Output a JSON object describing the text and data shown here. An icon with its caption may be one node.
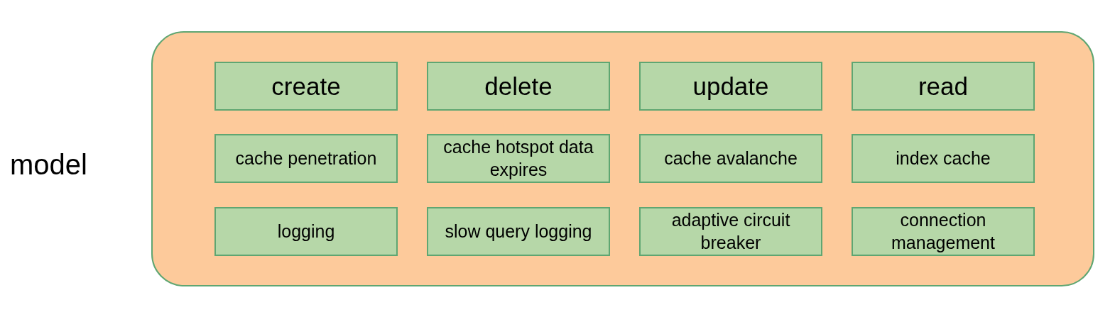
{
  "diagram": {
    "nodes": [
      {
        "text": [
          "model"
        ]
      },
      {
        "text": [
          "create"
        ],
        "in": 0
      },
      {
        "text": [
          "delete"
        ],
        "in": 0
      },
      {
        "text": [
          "update"
        ],
        "in": 0
      },
      {
        "text": [
          "read"
        ],
        "in": 0
      },
      {
        "text": [
          "cache penetration"
        ],
        "in": 0
      },
      {
        "text": [
          "cache hotspot data expires"
        ],
        "in": 0
      },
      {
        "text": [
          "cache avalanche"
        ],
        "in": 0
      },
      {
        "text": [
          "index cache"
        ],
        "in": 0
      },
      {
        "text": [
          "logging"
        ],
        "in": 0
      },
      {
        "text": [
          "slow query logging"
        ],
        "in": 0
      },
      {
        "text": [
          "adaptive circuit breaker"
        ],
        "in": 0
      },
      {
        "text": [
          "connection management"
        ],
        "in": 0
      }
    ]
  }
}
